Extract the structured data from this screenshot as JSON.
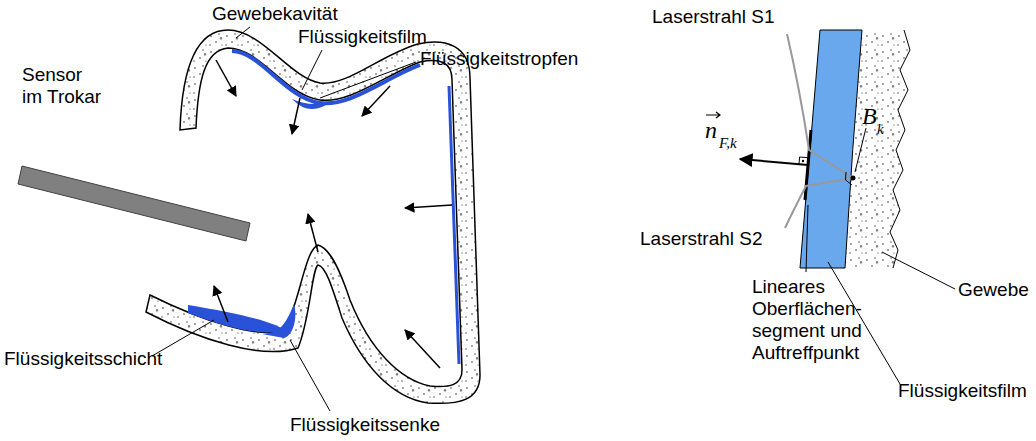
{
  "diagram": {
    "labels": [
      "Gewebekavität",
      "Flüssigkeitsfilm",
      "Flüssigkeitstropfen",
      "Sensor im Trokar",
      "Flüssigkeitsschicht",
      "Flüssigkeitssenke",
      "Laserstrahl S1",
      "n",
      "F,k",
      "B",
      "k",
      "Laserstrahl S2",
      "Lineares Oberflächen- segment und Auftreffpunkt",
      "Gewebe",
      "Flüssigkeitsfilm"
    ]
  }
}
